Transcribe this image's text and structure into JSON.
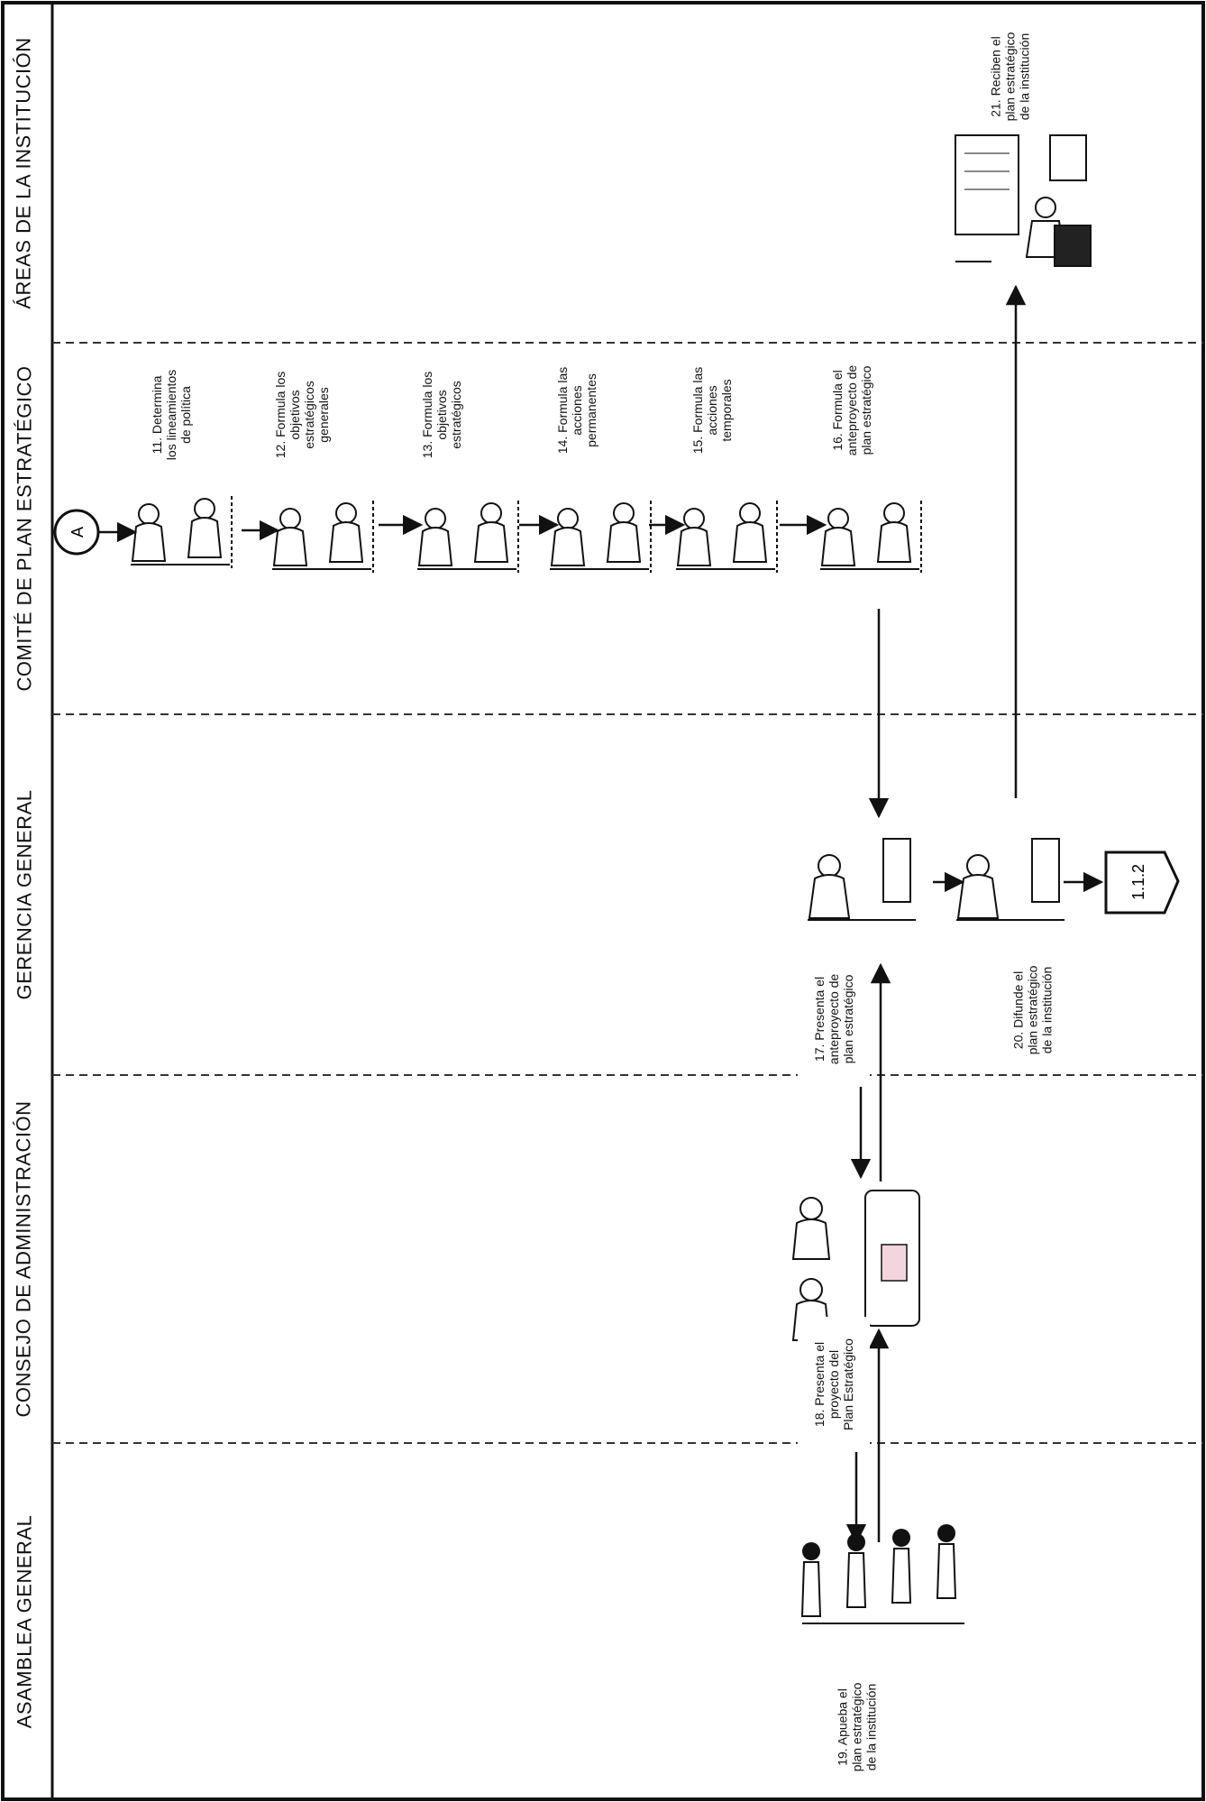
{
  "lanes": [
    {
      "title": "ÁREAS DE LA INSTITUCIÓN"
    },
    {
      "title": "COMITÉ DE PLAN ESTRATÉGICO"
    },
    {
      "title": "GERENCIA GENERAL"
    },
    {
      "title": "CONSEJO DE ADMINISTRACIÓN"
    },
    {
      "title": "ASAMBLEA GENERAL"
    }
  ],
  "connectors": {
    "start": "A",
    "end": "1.1.2"
  },
  "steps": [
    {
      "lines": [
        "11. Determina",
        "los lineamientos",
        "de política"
      ]
    },
    {
      "lines": [
        "12. Formula los",
        "objetivos",
        "estratégicos",
        "generales"
      ]
    },
    {
      "lines": [
        "13. Formula los",
        "objetivos",
        "estratégicos"
      ]
    },
    {
      "lines": [
        "14. Formula las",
        "acciones",
        "permanentes"
      ]
    },
    {
      "lines": [
        "15. Formula las",
        "acciones",
        "temporales"
      ]
    },
    {
      "lines": [
        "16. Formula el",
        "anteproyecto de",
        "plan estratégico"
      ]
    },
    {
      "lines": [
        "17. Presenta el",
        "anteproyecto de",
        "plan estratégico"
      ]
    },
    {
      "lines": [
        "18. Presenta el",
        "proyecto del",
        "Plan Estratégico"
      ]
    },
    {
      "lines": [
        "19. Apueba el",
        "plan estratégico",
        "de la institución"
      ]
    },
    {
      "lines": [
        "20. Difunde el",
        "plan estratégico",
        "de la institución"
      ]
    },
    {
      "lines": [
        "21. Reciben el",
        "plan estratégico",
        "de la institución"
      ]
    }
  ]
}
